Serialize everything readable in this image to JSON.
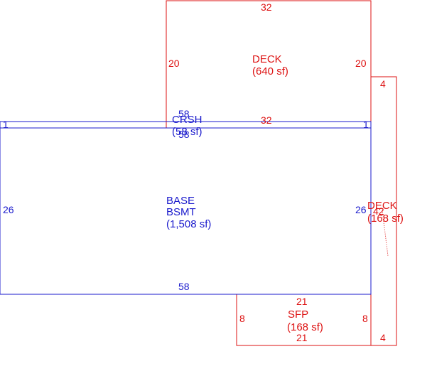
{
  "colors": {
    "blue": "#1a1acc",
    "red": "#dd1111"
  },
  "deck_top": {
    "name": "DECK",
    "area": "(640 sf)",
    "dim_top": "32",
    "dim_bottom": "32",
    "dim_left": "20",
    "dim_right": "20"
  },
  "crawl": {
    "name": "CRSH",
    "area": "(58 sf)",
    "dim_top": "58",
    "dim_bottom": "58",
    "dim_left": "1",
    "dim_right": "1"
  },
  "base": {
    "name": "BASE",
    "name2": "BSMT",
    "area": "(1,508 sf)",
    "dim_bottom": "58",
    "dim_left": "26",
    "dim_right": "26"
  },
  "deck_side": {
    "name": "DECK",
    "area": "(168 sf)",
    "dim_top": "4",
    "dim_bottom": "4",
    "dim_side": "42"
  },
  "sfp": {
    "name": "SFP",
    "area": "(168 sf)",
    "dim_top": "21",
    "dim_bottom": "21",
    "dim_left": "8",
    "dim_right": "8"
  }
}
